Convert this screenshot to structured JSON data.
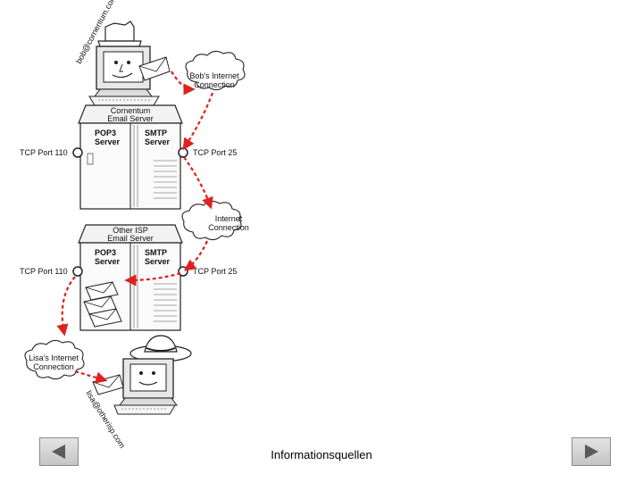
{
  "diagram": {
    "bob_email": "bob@cornentum.com",
    "bob_connection": [
      "Bob's Internet",
      "Connection"
    ],
    "server1_title": [
      "Cornentum",
      "Email Server"
    ],
    "server2_title": [
      "Other ISP",
      "Email Server"
    ],
    "pop3_server": [
      "POP3",
      "Server"
    ],
    "smtp_server": [
      "SMTP",
      "Server"
    ],
    "internet_connection": [
      "Internet",
      "Connection"
    ],
    "tcp_port_110": "TCP Port 110",
    "tcp_port_25": "TCP Port 25",
    "lisa_connection": [
      "Lisa's Internet",
      "Connection"
    ],
    "lisa_email": "lisa@otherisp.com"
  },
  "footer": {
    "title": "Informationsquellen",
    "prev_icon": "triangle-left-icon",
    "next_icon": "triangle-right-icon"
  },
  "colors": {
    "arrow": "#e0201e",
    "button_gray": "#d0d0d0"
  }
}
